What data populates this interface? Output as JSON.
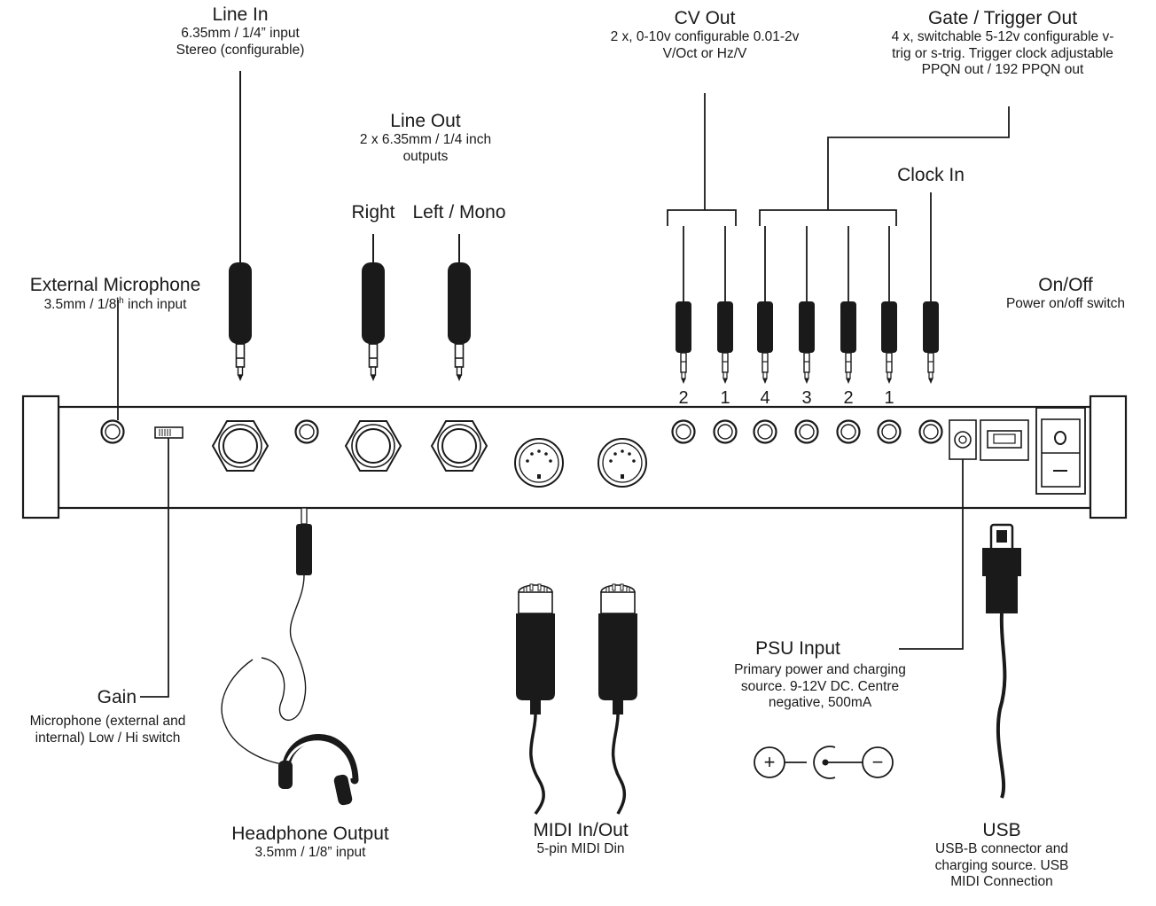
{
  "labels": {
    "line_in": {
      "title": "Line In",
      "sub1": "6.35mm / 1/4” input",
      "sub2": "Stereo (configurable)"
    },
    "line_out": {
      "title": "Line Out",
      "sub1": "2 x 6.35mm / 1/4 inch",
      "sub2": "outputs",
      "right": "Right",
      "left": "Left / Mono"
    },
    "cv_out": {
      "title": "CV Out",
      "sub1": "2 x, 0-10v configurable 0.01-2v",
      "sub2": "V/Oct or Hz/V"
    },
    "gate_out": {
      "title": "Gate / Trigger Out",
      "sub1": "4 x, switchable 5-12v configurable v-",
      "sub2": "trig or s-trig. Trigger clock adjustable",
      "sub3": "PPQN out / 192 PPQN out"
    },
    "clock_in": {
      "title": "Clock In"
    },
    "ext_mic": {
      "title": "External Microphone",
      "sub_pre": "3.5mm / 1/8",
      "sub_sup": "th",
      "sub_post": " inch input"
    },
    "on_off": {
      "title": "On/Off",
      "sub1": "Power on/off switch"
    },
    "gain": {
      "title": "Gain",
      "sub1": "Microphone (external and",
      "sub2": "internal) Low / Hi switch"
    },
    "headphone": {
      "title": "Headphone Output",
      "sub1": "3.5mm / 1/8” input"
    },
    "midi": {
      "title": "MIDI In/Out",
      "sub1": "5-pin MIDI Din"
    },
    "psu": {
      "title": "PSU Input",
      "sub1": "Primary power and charging",
      "sub2": "source. 9-12V DC. Centre",
      "sub3": "negative, 500mA"
    },
    "usb": {
      "title": "USB",
      "sub1": "USB-B connector and",
      "sub2": "charging source. USB",
      "sub3": "MIDI Connection"
    }
  },
  "jack_numbers": {
    "cv": [
      "2",
      "1"
    ],
    "gate": [
      "4",
      "3",
      "2",
      "1"
    ]
  },
  "polarity": {
    "plus": "+",
    "minus": "−"
  },
  "colors": {
    "ink": "#1a1a1a",
    "background": "#ffffff"
  }
}
